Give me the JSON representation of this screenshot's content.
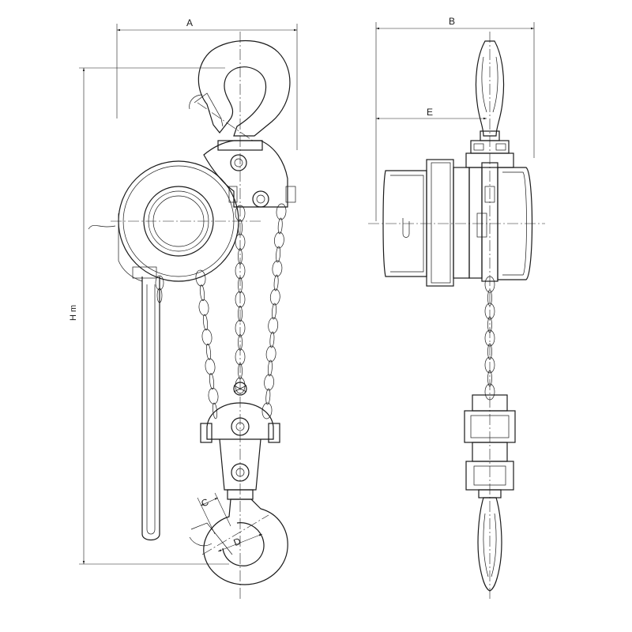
{
  "labels": {
    "A": "A",
    "B": "B",
    "E": "E",
    "Hm": "H m",
    "C": "C",
    "D": "D"
  }
}
